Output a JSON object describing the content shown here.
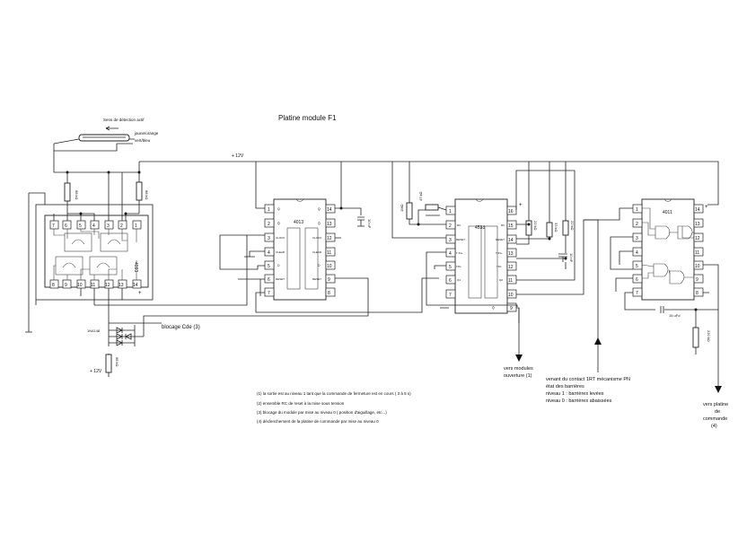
{
  "title": "Platine module F1",
  "labels": {
    "sens": "Sens de détection actif",
    "jaune": "jaune/orange",
    "vertbleu": "vert/bleu",
    "plus12_top": "+ 12V",
    "plus12_bottom": "+ 12V",
    "blocage": "blocage Cde (3)",
    "diode": "1N4148",
    "r_4093a": "68 kΩ",
    "r_4093b": "68 kΩ",
    "r_bottom": "68 kΩ",
    "cap_4013": "10 nF",
    "r_4538a": "1MΩ",
    "r_4538b": "47 kΩ",
    "r_4538c": "22 kΩ",
    "r_4538d": "33 kΩ",
    "r_4538e": "22 kΩ",
    "cap_4538": "10 nF",
    "cap_4011": "15 uFd",
    "r_4011": "220 kΩ",
    "plus_4538": "+",
    "plus_4011": "+",
    "plus_4093": "+"
  },
  "chips": [
    {
      "name": "4093",
      "pins_top": [
        "7",
        "6",
        "5",
        "4",
        "3",
        "2",
        "1"
      ],
      "pins_bottom": [
        "8",
        "9",
        "10",
        "11",
        "12",
        "13",
        "14"
      ]
    },
    {
      "name": "4013",
      "left": [
        "1",
        "2",
        "3",
        "4",
        "5",
        "6",
        "7"
      ],
      "right": [
        "14",
        "13",
        "12",
        "11",
        "10",
        "9",
        "8"
      ],
      "inner_left": [
        "Q",
        "Q̄",
        "CLOCK",
        "CLEAR",
        "D",
        "RESET",
        ""
      ],
      "inner_right": [
        "Q",
        "Q̄",
        "CLOCK",
        "CLEAR",
        "D",
        "RESET",
        ""
      ]
    },
    {
      "name": "4538",
      "left": [
        "1",
        "2",
        "3",
        "4",
        "5",
        "6",
        "7"
      ],
      "right": [
        "16",
        "15",
        "14",
        "13",
        "12",
        "11",
        "10",
        "9"
      ],
      "inner_left": [
        "",
        "RC",
        "RESET",
        "T IN+",
        "TIN-",
        "Q1",
        ""
      ],
      "inner_right": [
        "",
        "RC",
        "RESET",
        "T IN+",
        "TIN-",
        "Q2",
        "Q̄"
      ]
    },
    {
      "name": "4011",
      "left": [
        "1",
        "2",
        "3",
        "4",
        "5",
        "6",
        "7"
      ],
      "right": [
        "14",
        "13",
        "12",
        "11",
        "10",
        "9",
        "8"
      ]
    }
  ],
  "annotations": {
    "modules": [
      "vers modules",
      "ouverture (1)"
    ],
    "contact": [
      "venant du contact 1RT mécanisme PN",
      "état des barrières",
      "niveau 1 : barrières levées",
      "niveau 0 : barrières abaissées"
    ],
    "platine": [
      "vers platine",
      "de",
      "commande",
      "(4)"
    ]
  },
  "notes": [
    "(1) la sortie est au niveau 1 tant que la commande de fermeture est en cours ( 3 à 5 s)",
    "(2) ensemble RC de reset à la mise sous tension",
    "(3) blocage du module par mise au niveau 0 ( position d'aiguillage, etc...)",
    "(4) déclenchement de la platine de commande par mise au niveau 0"
  ]
}
